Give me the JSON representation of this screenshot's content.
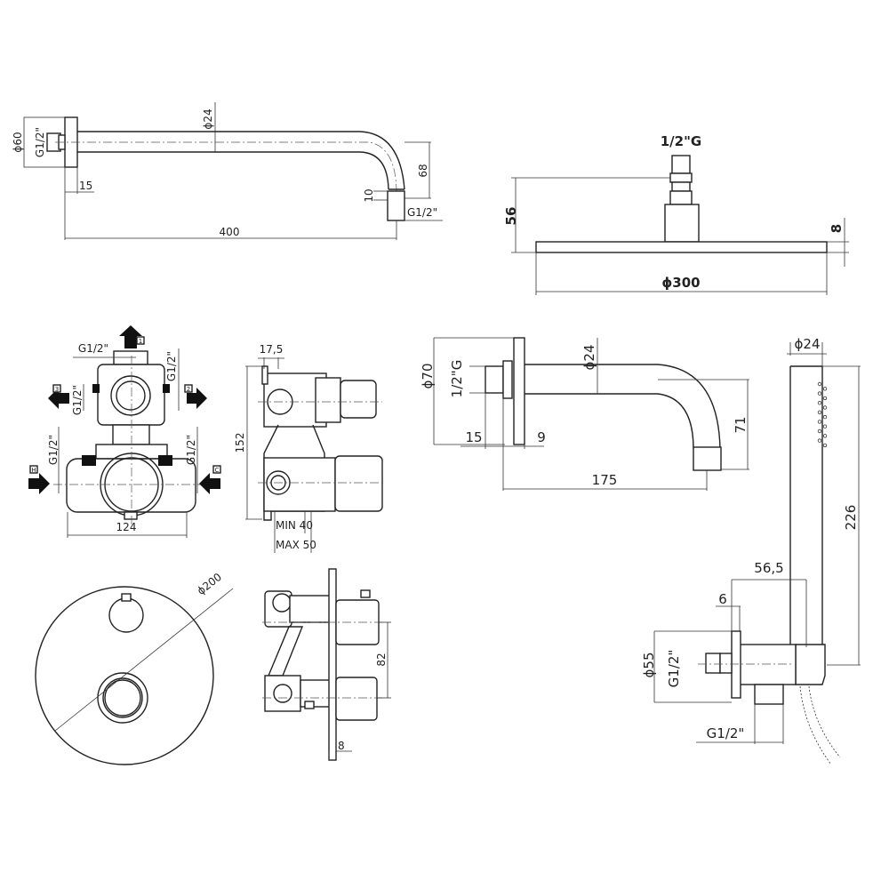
{
  "shower_arm": {
    "diameter_plate": "ϕ60",
    "thread_in": "G1/2\"",
    "diameter_arm": "ϕ24",
    "offset": "15",
    "length": "400",
    "drop": "68",
    "nut_height": "10",
    "thread_out": "G1/2\""
  },
  "shower_head": {
    "thread": "1/2\"G",
    "height": "56",
    "thickness": "8",
    "diameter": "ϕ300"
  },
  "mixer_front": {
    "thread_top": "G1/2\"",
    "thread_right_top": "G1/2\"",
    "thread_left_mid": "G1/2\"",
    "thread_left_low": "G1/2\"",
    "thread_right_low": "G1/2\"",
    "width": "124",
    "outlet_labels": [
      "1",
      "2",
      "3"
    ],
    "inlet_hot": "H",
    "inlet_cold": "C"
  },
  "mixer_side": {
    "offset": "17,5",
    "height": "152",
    "min_depth": "MIN 40",
    "max_depth": "MAX 50"
  },
  "cover_plate": {
    "diameter": "ϕ200"
  },
  "mixer_installed": {
    "handle_spacing": "82",
    "plate_thickness": "8"
  },
  "wall_arm": {
    "diameter_plate": "ϕ70",
    "thread": "1/2\"G",
    "diameter_arm": "ϕ24",
    "offset": "15",
    "plate_thickness": "9",
    "length": "175",
    "drop": "71"
  },
  "hand_shower": {
    "diameter": "ϕ24",
    "length": "226",
    "projection": "56,5",
    "plate_thickness": "6",
    "diameter_plate": "ϕ55",
    "thread_in": "G1/2\"",
    "thread_out": "G1/2\""
  }
}
